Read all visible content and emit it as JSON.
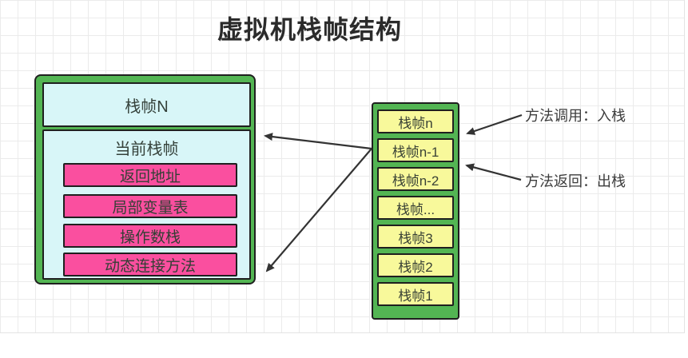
{
  "title": "虚拟机栈帧结构",
  "colors": {
    "container_green": "#53b553",
    "frame_cyan": "#d8f6f8",
    "row_pink": "#fa4f9f",
    "stack_yellow": "#f8f99b",
    "line": "#333333",
    "grid": "#ebebeb"
  },
  "frame_detail": {
    "top_frame_label": "栈帧N",
    "current_frame_label": "当前栈帧",
    "rows": [
      {
        "label": "局部变量表"
      },
      {
        "label": "操作数栈"
      },
      {
        "label": "动态连接方法"
      },
      {
        "label": "返回地址"
      }
    ]
  },
  "stack": {
    "items": [
      {
        "label": "栈帧n"
      },
      {
        "label": "栈帧n-1"
      },
      {
        "label": "栈帧n-2"
      },
      {
        "label": "栈帧..."
      },
      {
        "label": "栈帧3"
      },
      {
        "label": "栈帧2"
      },
      {
        "label": "栈帧1"
      }
    ]
  },
  "annotations": {
    "push_label": "方法调用：入栈",
    "pop_label": "方法返回：出栈"
  }
}
